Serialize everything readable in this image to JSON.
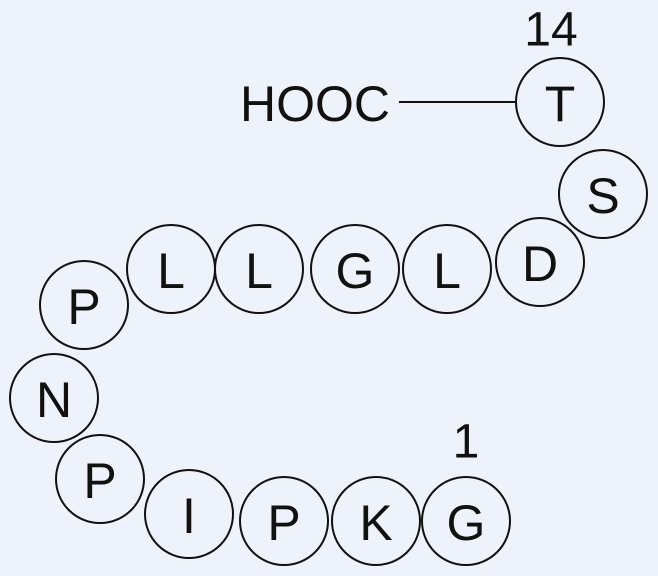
{
  "peptide": {
    "c_terminus_label": "HOOC",
    "start_number": "1",
    "end_number": "14",
    "residues": [
      "G",
      "K",
      "P",
      "I",
      "P",
      "N",
      "P",
      "L",
      "L",
      "G",
      "L",
      "D",
      "S",
      "T"
    ]
  },
  "colors": {
    "background": "#eef2fa",
    "outline": "#111111",
    "text": "#111111"
  }
}
